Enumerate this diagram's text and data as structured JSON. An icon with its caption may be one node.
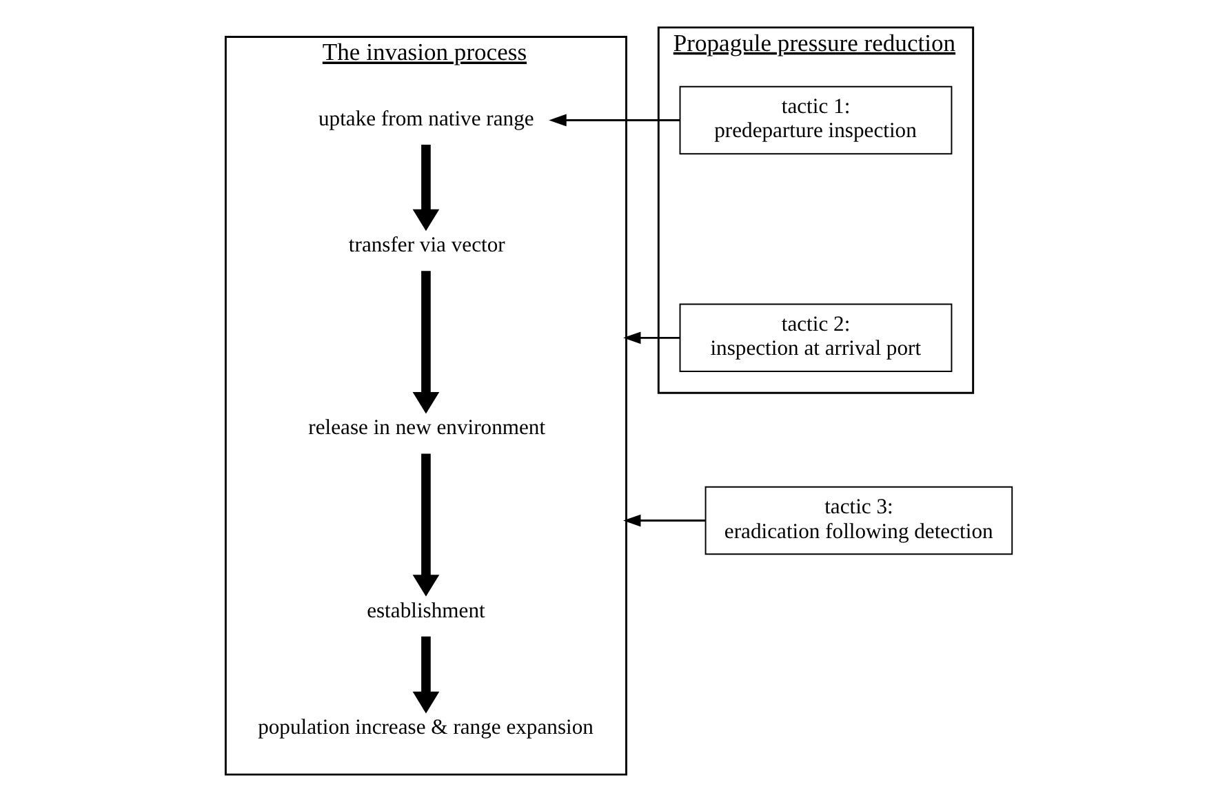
{
  "diagram": {
    "nodes": [
      {
        "text": [
          "The invasion process"
        ]
      },
      {
        "text": [
          "uptake from native range"
        ],
        "in": 0
      },
      {
        "text": [
          "transfer via vector"
        ],
        "in": 0
      },
      {
        "text": [
          "release in new environment"
        ],
        "in": 0
      },
      {
        "text": [
          "establishment"
        ],
        "in": 0
      },
      {
        "text": [
          "population increase & range expansion"
        ],
        "in": 0
      },
      {
        "text": [
          "Propagule pressure reduction"
        ]
      },
      {
        "text": [
          "tactic 1:",
          "predeparture inspection"
        ],
        "in": 6
      },
      {
        "text": [
          "tactic 2:",
          "inspection at arrival port"
        ],
        "in": 6
      },
      {
        "text": [
          "tactic 3:",
          "eradication following detection"
        ]
      }
    ],
    "edges": [
      {
        "from": 1,
        "to": 2,
        "arrow": "to"
      },
      {
        "from": 2,
        "to": 3,
        "arrow": "to"
      },
      {
        "from": 3,
        "to": 4,
        "arrow": "to"
      },
      {
        "from": 4,
        "to": 5,
        "arrow": "to"
      },
      {
        "from": 7,
        "to": 1,
        "arrow": "to"
      },
      {
        "from": 8,
        "to": 0,
        "arrow": "to"
      },
      {
        "from": 9,
        "to": 0,
        "arrow": "to"
      }
    ]
  }
}
